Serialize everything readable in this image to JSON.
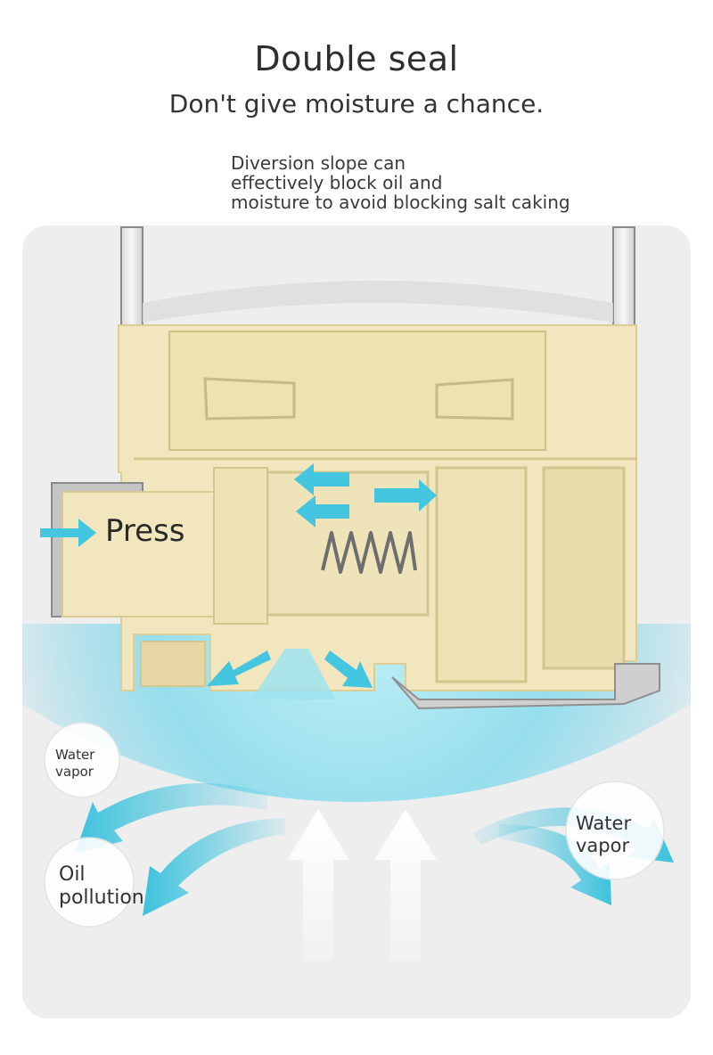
{
  "header": {
    "title": "Double seal",
    "subtitle": "Don't give moisture a chance."
  },
  "description": {
    "line1": "Diversion slope can",
    "line2": "effectively block oil and",
    "line3": "moisture to avoid blocking salt caking"
  },
  "labels": {
    "press": "Press",
    "water_vapor_left_1": "Water",
    "water_vapor_left_2": "vapor",
    "oil_1": "Oil",
    "oil_2": "pollution",
    "water_vapor_right_1": "Water",
    "water_vapor_right_2": "vapor"
  },
  "colors": {
    "housing": "#f1e6bd",
    "housing_edge": "#e0d29c",
    "arrow_cyan": "#44c6e0",
    "glow": "#8fe0ee",
    "panel_bg": "#eeeeef"
  }
}
